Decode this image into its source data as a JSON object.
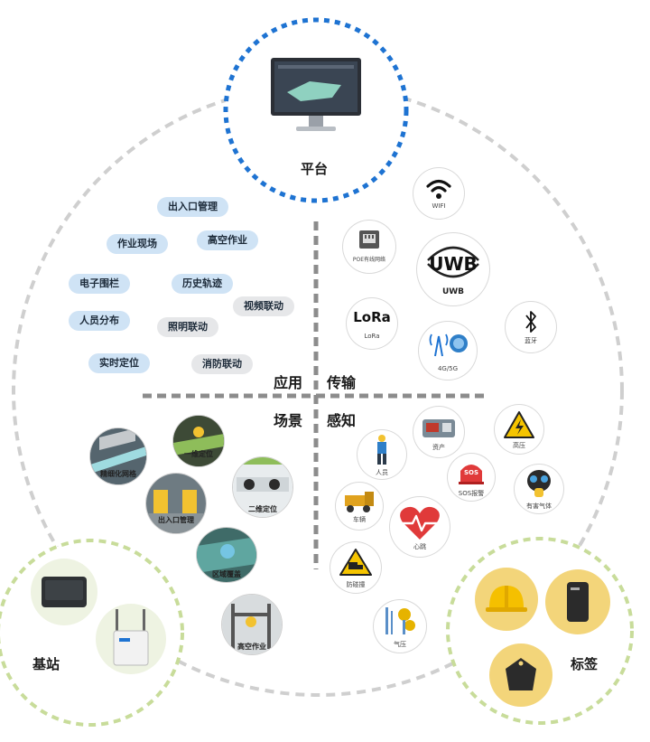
{
  "platform": {
    "title": "平台"
  },
  "base_station": {
    "title": "基站"
  },
  "tag": {
    "title": "标签"
  },
  "quadrants": {
    "application": "应用",
    "transmission": "传输",
    "scene": "场景",
    "sensing": "感知"
  },
  "applications": [
    {
      "label": "出入口管理",
      "style": "blue"
    },
    {
      "label": "作业现场",
      "style": "blue"
    },
    {
      "label": "高空作业",
      "style": "blue"
    },
    {
      "label": "电子围栏",
      "style": "blue"
    },
    {
      "label": "历史轨迹",
      "style": "blue"
    },
    {
      "label": "视频联动",
      "style": "grey"
    },
    {
      "label": "人员分布",
      "style": "blue"
    },
    {
      "label": "照明联动",
      "style": "grey"
    },
    {
      "label": "实时定位",
      "style": "blue"
    },
    {
      "label": "消防联动",
      "style": "grey"
    }
  ],
  "transmission": {
    "wifi": {
      "icon": "wifi-icon",
      "label": "WIFI"
    },
    "poe": {
      "icon": "ethernet-port-icon",
      "label": "POE有线网络"
    },
    "uwb": {
      "logo": "UWB",
      "label": "UWB"
    },
    "lora": {
      "logo": "LoRa",
      "label": "LoRa"
    },
    "cellular": {
      "icon": "cell-tower-icon",
      "label": "4G/5G"
    },
    "bluetooth": {
      "icon": "bluetooth-icon",
      "label": "蓝牙"
    }
  },
  "scenes": [
    {
      "label": "精细化网格"
    },
    {
      "label": "一维定位"
    },
    {
      "label": "出入口管理"
    },
    {
      "label": "二维定位"
    },
    {
      "label": "区域覆盖"
    },
    {
      "label": "高空作业"
    }
  ],
  "sensing": [
    {
      "label": "资产",
      "icon": "asset-scanner-icon"
    },
    {
      "label": "高压",
      "icon": "high-voltage-icon"
    },
    {
      "label": "人员",
      "icon": "worker-icon"
    },
    {
      "label": "SOS报警",
      "icon": "sos-alarm-icon",
      "badge": "SOS"
    },
    {
      "label": "有害气体",
      "icon": "gas-mask-icon"
    },
    {
      "label": "车辆",
      "icon": "vehicle-icon"
    },
    {
      "label": "心跳",
      "icon": "heartbeat-icon"
    },
    {
      "label": "防碰撞",
      "icon": "collision-warning-icon"
    },
    {
      "label": "气压",
      "icon": "barometer-icon"
    }
  ],
  "colors": {
    "platform_ring": "#1e73d2",
    "outer_ring": "#cfcfcf",
    "green_ring": "#c8dc9a",
    "divider": "#8c8c8c",
    "pill_blue": "#cfe3f5",
    "pill_grey": "#e6e7e9",
    "tag_yellow": "#f3d57a"
  }
}
